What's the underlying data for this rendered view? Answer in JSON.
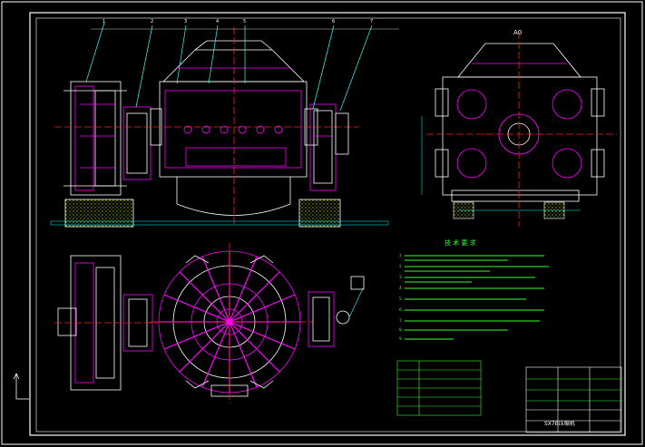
{
  "drawing": {
    "section_label": "A0",
    "requirements_title": "技 术 要 求",
    "requirements_lines": [
      "1.",
      "2.",
      "3.",
      "4.",
      "5.",
      "6.",
      "7.",
      "8.",
      "9."
    ],
    "title_block_name": "SX7B压缩机"
  },
  "colors": {
    "background": "#000000",
    "outline": "#ffffff",
    "magenta": "#ff00ff",
    "centerline": "#ff2020",
    "leader": "#33ffff",
    "text_green": "#33ff33",
    "dimension": "#00ffff",
    "hatch": "#ffff00"
  }
}
